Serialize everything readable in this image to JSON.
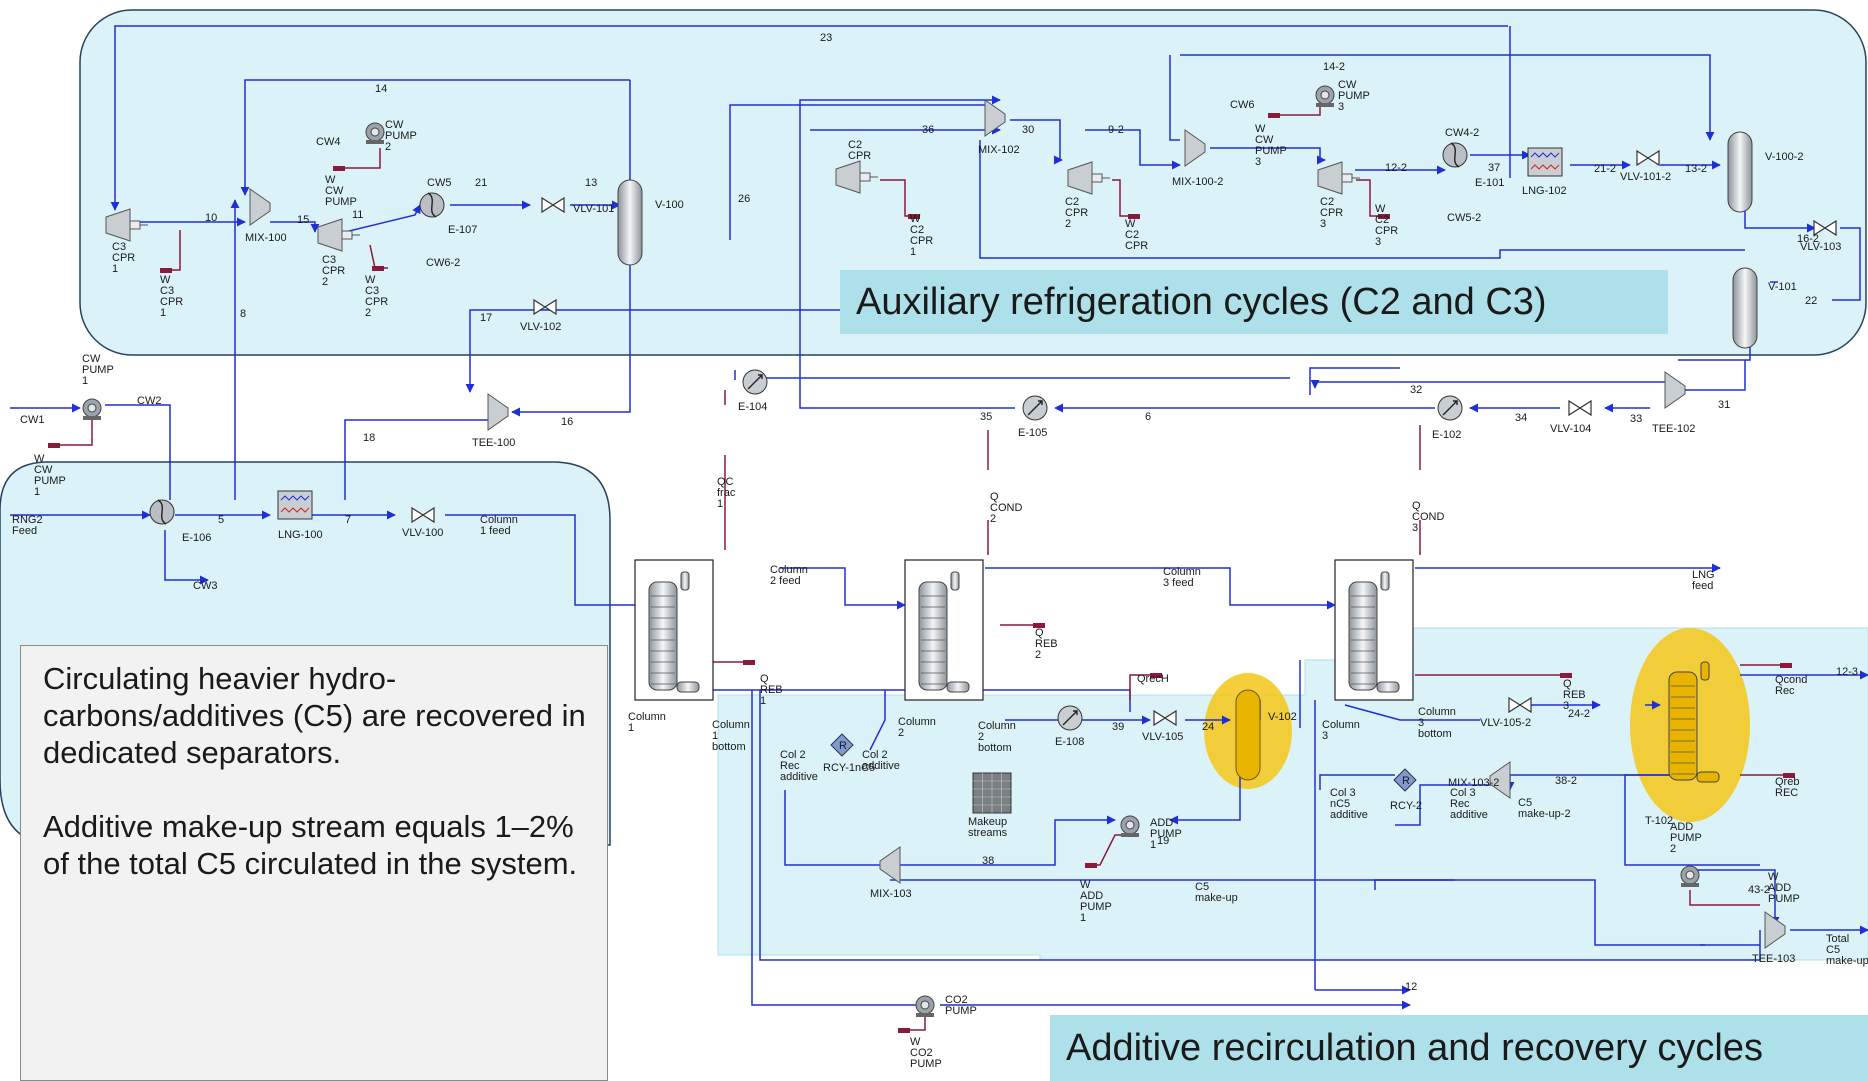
{
  "callouts": {
    "auxiliary": "Auxiliary refrigeration cycles (C2 and C3)",
    "additive": "Additive recirculation and recovery cycles",
    "note_para1": "Circulating heavier hydro-carbons/additives (C5) are recovered in dedicated separators.",
    "note_para2": "Additive make-up stream equals 1–2% of the total C5 circulated in the system."
  },
  "labels": {
    "compressors": [
      [
        "C3",
        "CPR",
        "1"
      ],
      [
        "C3",
        "CPR",
        "2"
      ],
      [
        "C2",
        "CPR"
      ],
      [
        "C2",
        "CPR",
        "2"
      ],
      [
        "C2",
        "CPR",
        "3"
      ]
    ],
    "work_streams": [
      [
        "W",
        "C3",
        "CPR",
        "1"
      ],
      [
        "W",
        "C3",
        "CPR",
        "2"
      ],
      [
        "W",
        "C2",
        "CPR",
        "1"
      ],
      [
        "W",
        "C2",
        "CPR"
      ],
      [
        "W",
        "C2",
        "CPR",
        "3"
      ],
      [
        "W",
        "CW",
        "PUMP",
        "1"
      ],
      [
        "W",
        "CW",
        "PUMP"
      ],
      [
        "W",
        "CW",
        "PUMP",
        "3"
      ],
      [
        "W",
        "ADD",
        "PUMP",
        "1"
      ],
      [
        "W",
        "CO2",
        "PUMP"
      ],
      [
        "W",
        "ADD",
        "PUMP"
      ]
    ],
    "pumps": [
      [
        "CW",
        "PUMP",
        "1"
      ],
      [
        "CW",
        "PUMP",
        "2"
      ],
      [
        "CW",
        "PUMP",
        "3"
      ],
      [
        "ADD",
        "PUMP",
        "1"
      ],
      [
        "ADD",
        "PUMP",
        "2"
      ],
      [
        "CO2",
        "PUMP"
      ]
    ],
    "mixers": [
      "MIX-100",
      "MIX-102",
      "MIX-100-2",
      "MIX-103",
      "MIX-103-2"
    ],
    "tees": [
      "TEE-100",
      "TEE-102",
      "TEE-103"
    ],
    "valves": [
      "VLV-101",
      "VLV-102",
      "VLV-100",
      "VLV-101-2",
      "VLV-103",
      "VLV-104",
      "VLV-105",
      "VLV-105-2"
    ],
    "vessels": [
      "V-100",
      "V-100-2",
      "V-101",
      "V-102",
      "T-102"
    ],
    "exchangers": [
      "E-107",
      "E-101",
      "E-106",
      "E-104",
      "E-105",
      "E-102",
      "E-108"
    ],
    "lng_exchangers": [
      "LNG-100",
      "LNG-102"
    ],
    "streams": [
      "23",
      "14",
      "14-2",
      "10",
      "15",
      "11",
      "21",
      "13",
      "36",
      "30",
      "9-2",
      "12-2",
      "37",
      "21-2",
      "13-2",
      "16-2",
      "26",
      "8",
      "17",
      "16",
      "18",
      "5",
      "7",
      "32",
      "35",
      "6",
      "34",
      "33",
      "31",
      "22",
      "39",
      "24",
      "19",
      "38",
      "38-2",
      "24-2",
      "12-3",
      "43-2",
      "12",
      "CW2",
      "CW1",
      "CW3",
      "CW4",
      "CW5",
      "CW6",
      "CW4-2",
      "CW5-2",
      "CW6-2"
    ],
    "feeds": [
      [
        "RNG2",
        "Feed"
      ],
      [
        "Column",
        "1 feed"
      ],
      [
        "Column",
        "2 feed"
      ],
      [
        "Column",
        "3 feed"
      ],
      [
        "LNG",
        "feed"
      ]
    ],
    "duties": [
      [
        "QC",
        "frac",
        "1"
      ],
      [
        "Q",
        "COND",
        "2"
      ],
      [
        "Q",
        "COND",
        "3"
      ],
      [
        "Q",
        "REB",
        "1"
      ],
      [
        "Q",
        "REB",
        "2"
      ],
      [
        "Q",
        "REB",
        "3"
      ],
      [
        "QrecH"
      ],
      [
        "Qcond",
        "Rec"
      ],
      [
        "Qreb",
        "REC"
      ]
    ],
    "columns": [
      [
        "Column",
        "1"
      ],
      [
        "Column",
        "2"
      ],
      [
        "Column",
        "3"
      ]
    ],
    "bottoms": [
      [
        "Column",
        "1",
        "bottom"
      ],
      [
        "Column",
        "2",
        "bottom"
      ],
      [
        "Column",
        "3",
        "bottom"
      ]
    ],
    "recycle": [
      [
        "Col 2",
        "Rec",
        "additive"
      ],
      [
        "Col 2",
        "additive"
      ],
      [
        "Col 3",
        "nC5",
        "additive"
      ],
      [
        "Col 3",
        "Rec",
        "additive"
      ],
      "RCY-1nC5",
      "RCY-2"
    ],
    "misc": [
      [
        "Makeup",
        "streams"
      ],
      [
        "C5",
        "make-up"
      ],
      [
        "C5",
        "make-up-2"
      ],
      [
        "Total",
        "C5",
        "make-up"
      ]
    ]
  },
  "colors": {
    "panel": "#dbf3f8",
    "panel_border": "#26425e",
    "stream": "#1f2fd6",
    "energy": "#8a1a3a",
    "callout": "#aee0ea",
    "highlight": "#f5c518"
  }
}
